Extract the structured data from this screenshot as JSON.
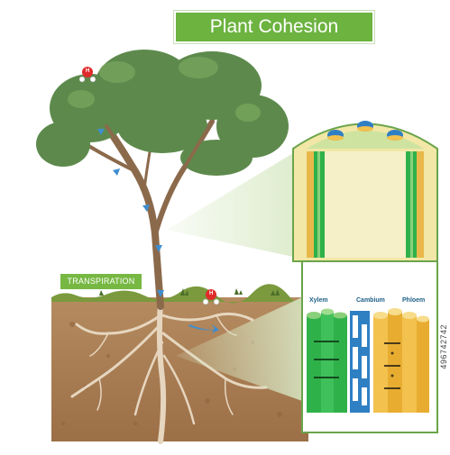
{
  "title": "Plant Cohesion",
  "tag": "TRANSPIRATION",
  "tissues": {
    "xylem": "Xylem",
    "cambium": "Cambium",
    "phloem": "Phloem"
  },
  "molecule_symbol": "H",
  "stock_id": "496742742",
  "colors": {
    "title_green": "#6cb33f",
    "leaf": "#5d8a4c",
    "trunk": "#8b6a4b",
    "soil": "#a87c55",
    "xylem": "#2fb14a",
    "cambium": "#2f7fc3",
    "phloem": "#f2c14e",
    "arrow": "#3f8ed0",
    "molecule": "#e02b2b"
  }
}
